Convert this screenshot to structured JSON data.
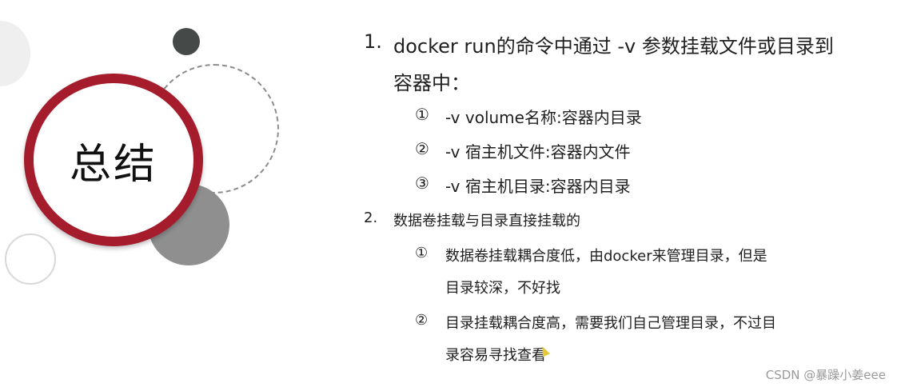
{
  "summary": {
    "title": "总结"
  },
  "items": [
    {
      "number": "1.",
      "lines": [
        "docker run的命令中通过 -v 参数挂载文件或目录到",
        "容器中："
      ],
      "subitems": [
        {
          "marker": "①",
          "lines": [
            "-v volume名称:容器内目录"
          ]
        },
        {
          "marker": "②",
          "lines": [
            "-v 宿主机文件:容器内文件"
          ]
        },
        {
          "marker": "③",
          "lines": [
            "-v 宿主机目录:容器内目录"
          ]
        }
      ]
    },
    {
      "number": "2.",
      "lines": [
        "数据卷挂载与目录直接挂载的"
      ],
      "subitems": [
        {
          "marker": "①",
          "lines": [
            "数据卷挂载耦合度低，由docker来管理目录，但是",
            "目录较深，不好找"
          ]
        },
        {
          "marker": "②",
          "lines": [
            "目录挂载耦合度高，需要我们自己管理目录，不过目",
            "录容易寻找查看"
          ]
        }
      ]
    }
  ],
  "watermark": "CSDN @暴躁小姜eee"
}
